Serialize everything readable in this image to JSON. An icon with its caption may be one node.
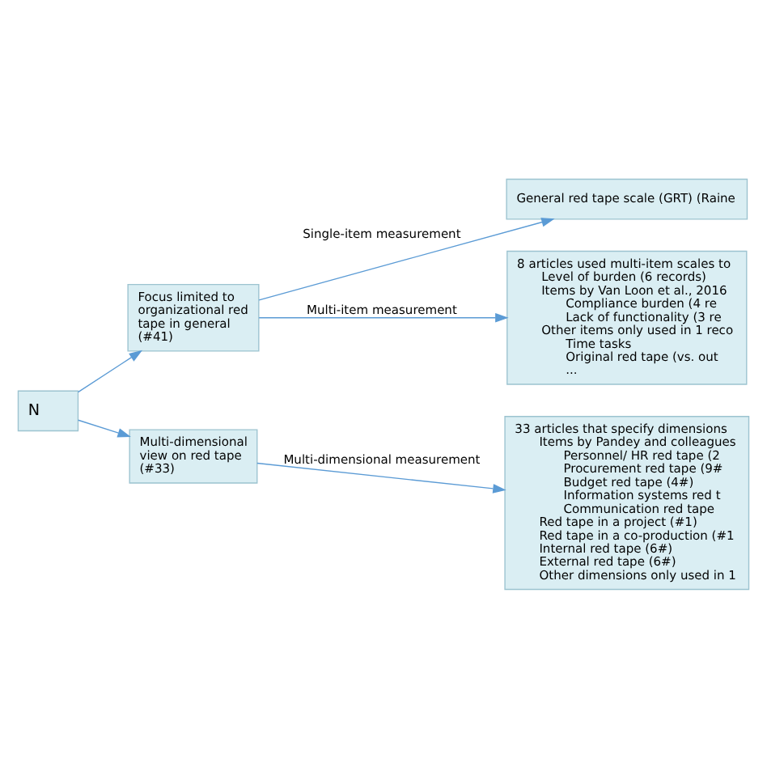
{
  "diagram": {
    "nodes": [
      {
        "text": [
          "N"
        ]
      },
      {
        "text": [
          "Focus limited to organizational red tape in general (#41)"
        ]
      },
      {
        "text": [
          "General red tape scale (GRT) (Raine"
        ]
      },
      {
        "text": [
          "8 articles used multi-item scales to",
          "Level of burden (6 records)",
          "Items by Van Loon et al., 2016",
          "Compliance burden (4 re",
          "Lack of functionality (3 re",
          "Other items only used in 1 reco",
          "Time tasks",
          "Original red tape (vs. out",
          "..."
        ]
      },
      {
        "text": [
          "Multi-dimensional view on red tape (#33)"
        ]
      },
      {
        "text": [
          "33 articles that specify dimensions",
          "Items by Pandey and colleagues",
          "Personnel/ HR red tape (2",
          "Procurement red tape (9#",
          "Budget red tape (4#)",
          "Information systems red t",
          "Communication red tape",
          "Red tape in a project (#1)",
          "Red tape in a co-production (#1",
          "Internal red tape (6#)",
          "External red tape (6#)",
          "Other dimensions only used in 1"
        ]
      }
    ],
    "edges": [
      {
        "from": 0,
        "to": 1,
        "arrow": "to"
      },
      {
        "from": 0,
        "to": 4,
        "arrow": "to"
      },
      {
        "from": 1,
        "to": 2,
        "arrow": "to",
        "label": "Single-item measurement"
      },
      {
        "from": 1,
        "to": 3,
        "arrow": "to",
        "label": "Multi-item measurement"
      },
      {
        "from": 4,
        "to": 5,
        "arrow": "to",
        "label": "Multi-dimensional measurement"
      }
    ]
  }
}
